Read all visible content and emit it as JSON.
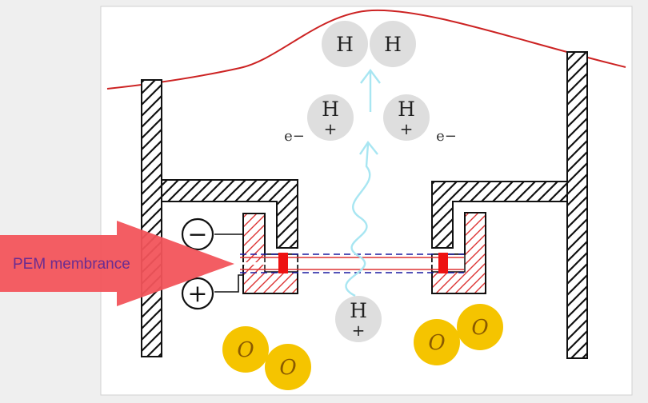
{
  "diagram": {
    "arrow_label": "PEM membrance",
    "molecule": {
      "left": "H",
      "right": "H"
    },
    "protons": [
      {
        "symbol": "H",
        "charge": "+"
      },
      {
        "symbol": "H",
        "charge": "+"
      }
    ],
    "electrons": [
      "e−",
      "e−"
    ],
    "incoming_proton": {
      "symbol": "H",
      "charge": "+"
    },
    "electrodes": {
      "negative": "−",
      "positive": "+"
    },
    "oxygen_atoms": [
      "O",
      "O",
      "O",
      "O"
    ],
    "colors": {
      "arrow": "#f2545b",
      "arrow_text": "#6a2c91",
      "curve": "#cc2222",
      "hatch_red": "#dd3333",
      "flow": "#a8e6f2",
      "membrane_blue": "#1a1aa0",
      "atom_gray": "#dedede",
      "oxygen": "#f5c400"
    }
  }
}
